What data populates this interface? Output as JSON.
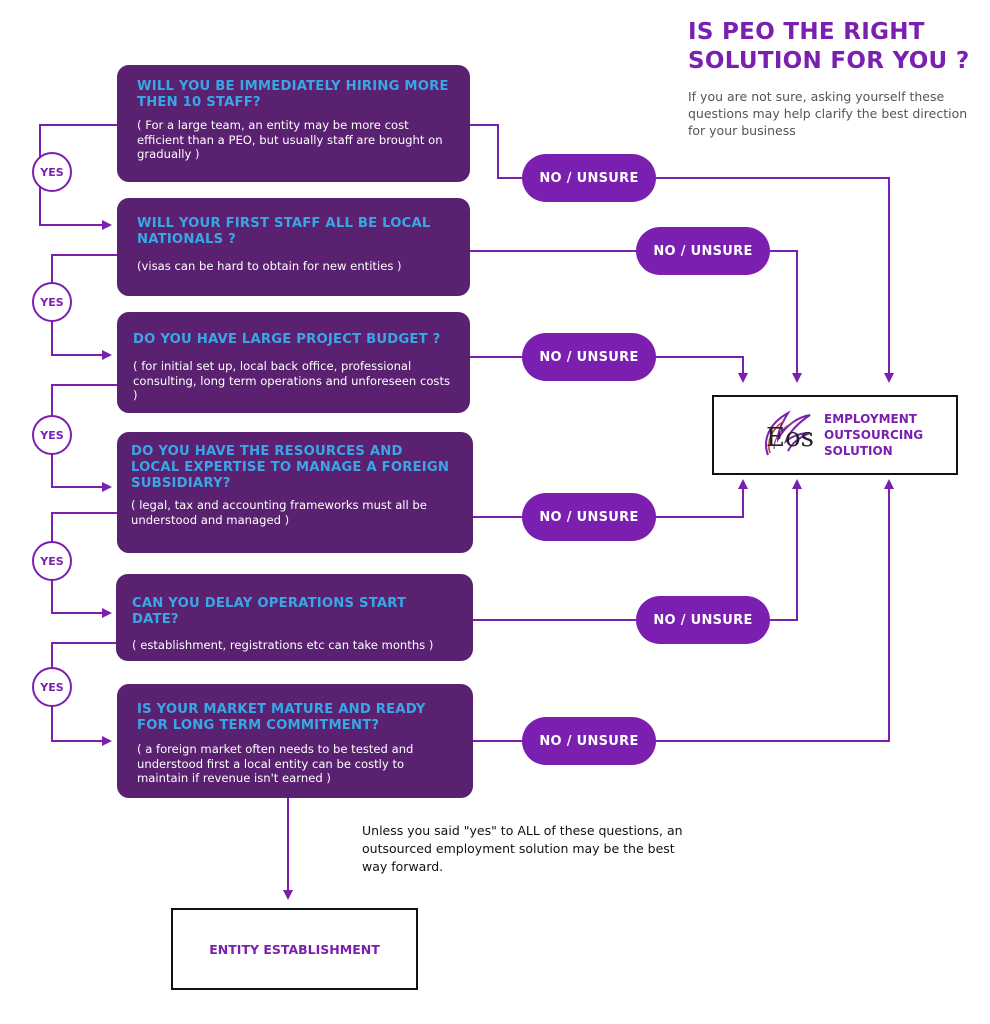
{
  "header": {
    "title": "IS PEO THE RIGHT SOLUTION FOR YOU ?",
    "subtitle": "If you are not sure, asking yourself these questions may help clarify the best direction for your business"
  },
  "questions": [
    {
      "title": "WILL YOU BE IMMEDIATELY HIRING MORE THEN 10 STAFF?",
      "note": "( For a large team, an entity may be more cost efficient than a PEO, but usually staff are brought on gradually )"
    },
    {
      "title": "WILL YOUR FIRST STAFF ALL BE LOCAL NATIONALS ?",
      "note": "(visas can be hard to obtain for new entities )"
    },
    {
      "title": "DO YOU HAVE LARGE PROJECT BUDGET ?",
      "note": "( for initial set up, local back office, professional consulting, long term operations and unforeseen costs )"
    },
    {
      "title": "DO YOU HAVE THE RESOURCES AND LOCAL EXPERTISE TO MANAGE A FOREIGN SUBSIDIARY?",
      "note": "( legal, tax and accounting frameworks must all be understood and managed )"
    },
    {
      "title": "CAN YOU DELAY OPERATIONS START DATE?",
      "note": "( establishment, registrations etc can take months )"
    },
    {
      "title": "IS YOUR MARKET MATURE AND READY FOR LONG TERM COMMITMENT?",
      "note": "( a foreign market often needs to be tested and understood first a local entity can be costly to maintain if  revenue isn't  earned )"
    }
  ],
  "no_label": "NO / UNSURE",
  "yes_label": "YES",
  "eos": {
    "logo_word": "Eos",
    "text": "EMPLOYMENT OUTSOURCING SOLUTION"
  },
  "entity": {
    "label": "ENTITY ESTABLISHMENT"
  },
  "conclusion": "Unless you said \"yes\" to ALL of these questions, an outsourced employment solution may be the best way forward.",
  "colors": {
    "box": "#59216f",
    "accent": "#7a1fb0",
    "question_text": "#3aa6e6"
  }
}
